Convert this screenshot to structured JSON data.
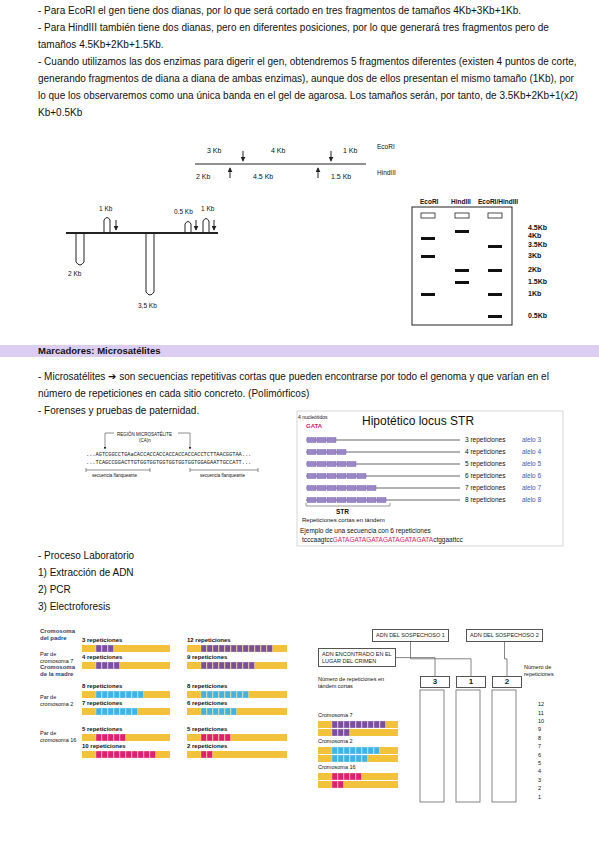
{
  "diagram": {
    "nodes": [
      {
        "text": [
          "Marcadores: Microsatélites"
        ]
      },
      {
        "text": [
          "ADN DEL SOSPECHOSO 1"
        ]
      },
      {
        "text": [
          "ADN DEL SOSPECHOSO 2"
        ]
      },
      {
        "text": [
          "ADN ENCONTRADO EN EL LUGAR DEL CRIMEN"
        ]
      },
      {
        "text": [
          "3"
        ]
      },
      {
        "text": [
          "1"
        ]
      },
      {
        "text": [
          "2"
        ]
      }
    ],
    "edges": [
      {
        "from": 1,
        "to": 5,
        "arrow": "none"
      },
      {
        "from": 2,
        "to": 6,
        "arrow": "none"
      },
      {
        "from": 3,
        "to": 4,
        "arrow": "none"
      }
    ],
    "labels": [
      "- Para EcoRI el gen tiene dos dianas, por lo que será cortado en tres fragmentos de tamaños 4Kb+3Kb+1Kb.",
      "- Para HindIII también tiene dos dianas, pero en diferentes posiciones, por lo que generará tres fragmentos pero de tamaños 4.5Kb+2Kb+1.5Kb.",
      "- Cuando utilizamos las dos enzimas para digerir el gen, obtendremos 5 fragmentos diferentes (existen 4 puntos de corte, generando fragmentos de diana a diana de ambas enzimas), aunque dos de ellos presentan el mismo tamaño (1Kb), por lo que los observaremos como una única banda en el gel de agarosa. Los tamaños serán, por tanto, de 3.5Kb+2Kb+1(x2) Kb+0.5Kb",
      "3 Kb",
      "4 Kb",
      "1 Kb",
      "EcoRI",
      "2 Kb",
      "4.5 Kb",
      "1.5 Kb",
      "HindIII",
      "1 Kb",
      "0.5 Kb",
      "1 Kb",
      "2 Kb",
      "3,5 Kb",
      "EcoRI",
      "HindIII",
      "EcoRI/HindIII",
      "4.5Kb",
      "4Kb",
      "3.5Kb",
      "3Kb",
      "2Kb",
      "1.5Kb",
      "1Kb",
      "0.5Kb",
      "- Microsatélites ➔ son secuencias repetitivas cortas que pueden encontrarse por todo el genoma y que varían en el número de repeticiones en cada sitio concreto. (Polimórficos)",
      "- Forenses y pruebas de paternidad.",
      "REGIÓN MICROSATÉLITE",
      "(CA)n",
      "...AGTCGGCCTGAaCACCACCACCACCACCACCACCTCTTAACGGTAA...",
      "...TCAGCCGGACTTGTGGTGGTGGTGGTGGTGGTGGAGAATTGCCATT...",
      "secuencia flanqueante",
      "secuencia flanqueante",
      "4 nucleótidos",
      "GATA",
      "Hipotético locus STR",
      "3 repeticiones",
      "alelo 3",
      "4 repeticiones",
      "alelo 4",
      "5 repeticiones",
      "alelo 5",
      "6 repeticiones",
      "alelo 6",
      "7 repeticiones",
      "alelo 7",
      "8 repeticiones",
      "alelo 8",
      "STR",
      "Repeticiones cortas en tándem",
      "Ejemplo de una secuencia con 6 repeticiones",
      "tcccaagtcc",
      "GATAGATAGATAGATAGATAGATA",
      "ctggaattcc",
      "- Proceso Laboratorio",
      "1) Extracción de ADN",
      "2) PCR",
      "3) Electroforesis",
      "Cromosoma del padre",
      "Par de cromosoma 7",
      "Cromosoma de la madre",
      "Par de cromosoma 2",
      "Par de cromosoma 16",
      "3 repeticiones",
      "12 repeticiones",
      "4 repeticiones",
      "9 repeticiones",
      "8 repeticiones",
      "8 repeticiones",
      "7 repeticiones",
      "6 repeticiones",
      "5 repeticiones",
      "5 repeticiones",
      "10 repeticiones",
      "2 repeticiones",
      "Número de repeticiones en tándem cortas",
      "Cromosoma 7",
      "Cromosoma 2",
      "Cromosoma 16",
      "Número de repeticiones",
      "12",
      "11",
      "10",
      "9",
      "8",
      "7",
      "6",
      "5",
      "4",
      "3",
      "2",
      "1"
    ]
  }
}
